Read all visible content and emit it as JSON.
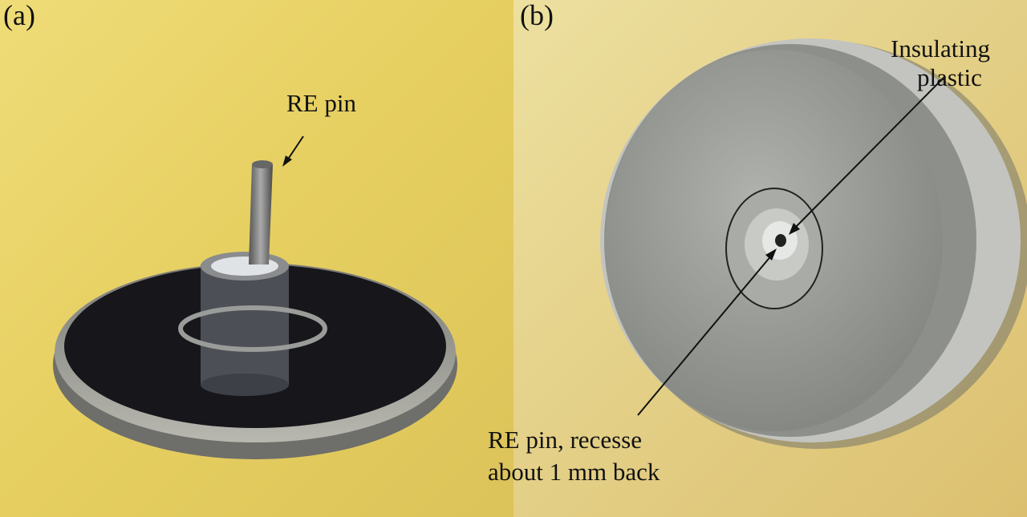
{
  "panels": [
    {
      "label": "(a)",
      "annotations": [
        "RE pin"
      ]
    },
    {
      "label": "(b)",
      "annotations": [
        "Insulating",
        "plastic",
        "RE pin, recesse",
        "about 1 mm back"
      ]
    }
  ],
  "colors": {
    "wood_a": "#e9d36a",
    "wood_b": "#e2cf8a",
    "metal": "#9a9c98",
    "dark_face": "#15151a",
    "text": "#111111"
  }
}
